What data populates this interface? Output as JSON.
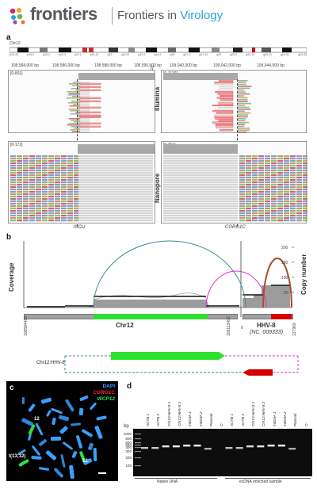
{
  "header": {
    "logo_text": "frontiers",
    "journal_prefix": "Frontiers in",
    "journal_accent": "Virology",
    "brand_color": "#555a5f",
    "accent_color": "#2aa3d6"
  },
  "panel_a": {
    "label": "a",
    "chrom": "Chr12",
    "bands": [
      "p13.33",
      "p13.2",
      "p13.1",
      "p12.3",
      "p12.1",
      "p11.21",
      "q12",
      "q13.11",
      "q13.2",
      "q14.2",
      "q15",
      "q21.1",
      "q21.31",
      "q22",
      "q23.2",
      "q24.11",
      "q24.21",
      "q24.31",
      "q24.33"
    ],
    "left_range": "[0-801]",
    "right_range": "[0-1132]",
    "left_range_np": "[0-172]",
    "right_range_np": "[0-261]",
    "illumina_label": "Illumina",
    "nanopore_label": "Nanopore",
    "gene_left": "ISCU",
    "gene_right": "CORO1C",
    "coord_labels": [
      "108,584,000 bp",
      "108,586,000 bp",
      "108,588,000 bp",
      "108,590,000 bp",
      "109,040,000 bp",
      "109,042,000 bp",
      "109,044,000 bp"
    ]
  },
  "panel_b": {
    "label": "b",
    "ylabel_left": "Coverage",
    "ylabel_right": "Copy number",
    "right_ticks": [
      "200",
      "150",
      "100",
      "50"
    ],
    "chr_label": "Chr12",
    "virus_label": "HHV-8",
    "virus_acc": "(NC_009333)",
    "coords": [
      "108584489",
      "109113493",
      "0",
      "137969"
    ],
    "fusion_label": "Chr12:HHV-8"
  },
  "panel_c": {
    "label": "c",
    "legend": [
      "DAPI",
      "CORO1C",
      "WCP12"
    ],
    "legend_colors": [
      "#3aa0ff",
      "#ff2a2a",
      "#2de04a"
    ],
    "chrom_labels": [
      "12",
      "t(13;12)",
      "12"
    ]
  },
  "panel_d": {
    "label": "d",
    "bp_title": "bp",
    "bp_ticks": [
      "1000",
      "800",
      "600",
      "500",
      "400",
      "300",
      "200",
      "100"
    ],
    "lanes": [
      "ACTB 1",
      "ACTB 2",
      "Chr12:HHV-8 1",
      "Chr12:HHV-8 2",
      "mtDNA 1",
      "mtDNA 2",
      "Plasmid",
      "C-",
      "ACTB 1",
      "ACTB 2",
      "Chr12:HHV-8 1",
      "Chr12:HHV-8 2",
      "mtDNA 1",
      "mtDNA 2",
      "Plasmid",
      "C-"
    ],
    "group_left": "Native DNA",
    "group_right": "ecDNA enriched sample"
  }
}
